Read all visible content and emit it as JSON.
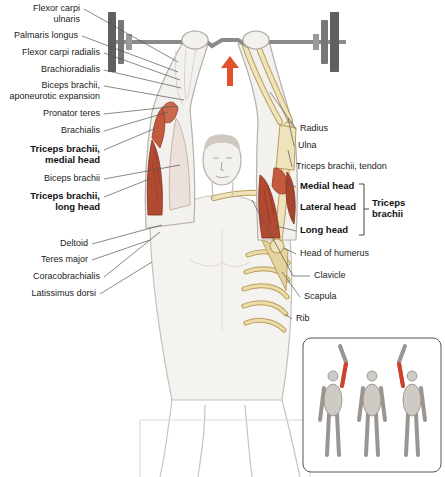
{
  "diagram": {
    "labels": [
      "Flexor carpi ulnaris",
      "Palmaris longus",
      "Flexor carpi radialis",
      "Brachioradialis",
      "Biceps brachii, aponeurotic expansion",
      "Pronator teres",
      "Brachialis",
      "Triceps brachii, medial head",
      "Biceps brachii",
      "Triceps brachii, long head",
      "Deltoid",
      "Teres major",
      "Coracobrachialis",
      "Latissimus dorsi",
      "Radius",
      "Ulna",
      "Triceps brachii, tendon",
      "Medial head",
      "Lateral head",
      "Long head",
      "Triceps brachii",
      "Head of humerus",
      "Clavicle",
      "Scapula",
      "Rib"
    ]
  }
}
